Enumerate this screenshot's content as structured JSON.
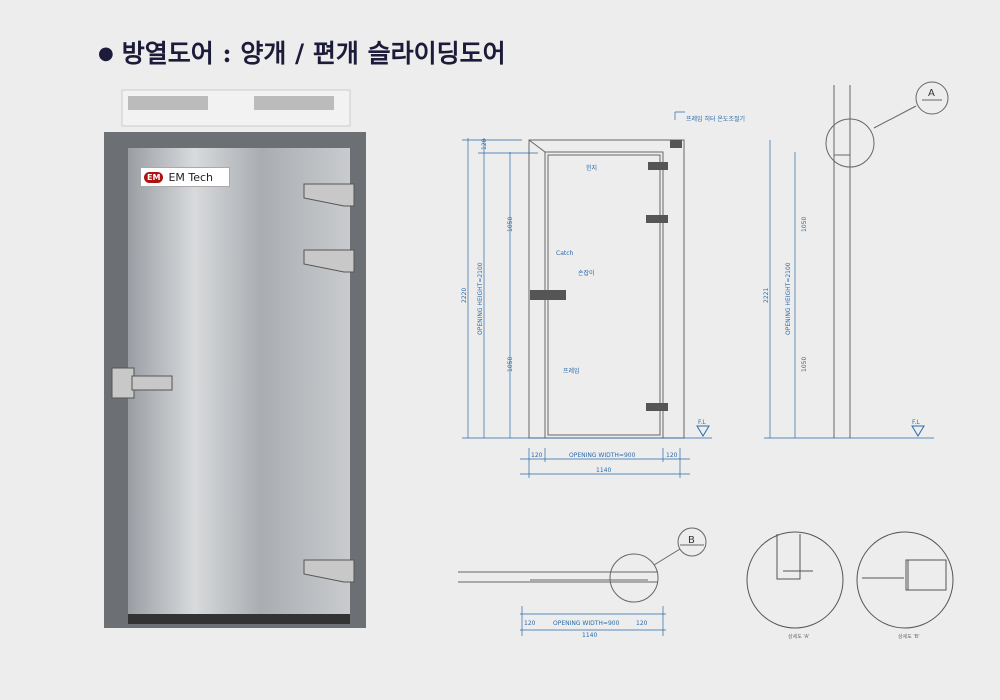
{
  "title": "방열도어 : 양개 / 편개 슬라이딩도어",
  "bullet": "●",
  "brand": {
    "logo_mark": "EM",
    "name": "EM Tech"
  },
  "front_view": {
    "labels": {
      "thermostat": "프레임 히터 온도조절기",
      "hinge": "힌지",
      "catch": "Catch",
      "handle": "손잡이",
      "frame": "프레임"
    },
    "dims": {
      "top": "120",
      "upper": "1050",
      "lower": "1050",
      "total": "2220",
      "opening_height": "OPENING HEIGHT=2100",
      "left": "120",
      "opening_width": "OPENING WIDTH=900",
      "right": "120",
      "overall": "1140",
      "floor": "F.L"
    }
  },
  "side_view": {
    "dims": {
      "upper": "1050",
      "lower": "1050",
      "total": "2221",
      "opening_height": "OPENING HEIGHT=2100",
      "floor": "F.L"
    },
    "callout": "A"
  },
  "plan_view": {
    "dims": {
      "left": "120",
      "opening_width": "OPENING WIDTH=900",
      "right": "120",
      "overall": "1140"
    },
    "callout": "B"
  },
  "details": {
    "a": "상세도 'A'",
    "b": "상세도 'B'"
  }
}
